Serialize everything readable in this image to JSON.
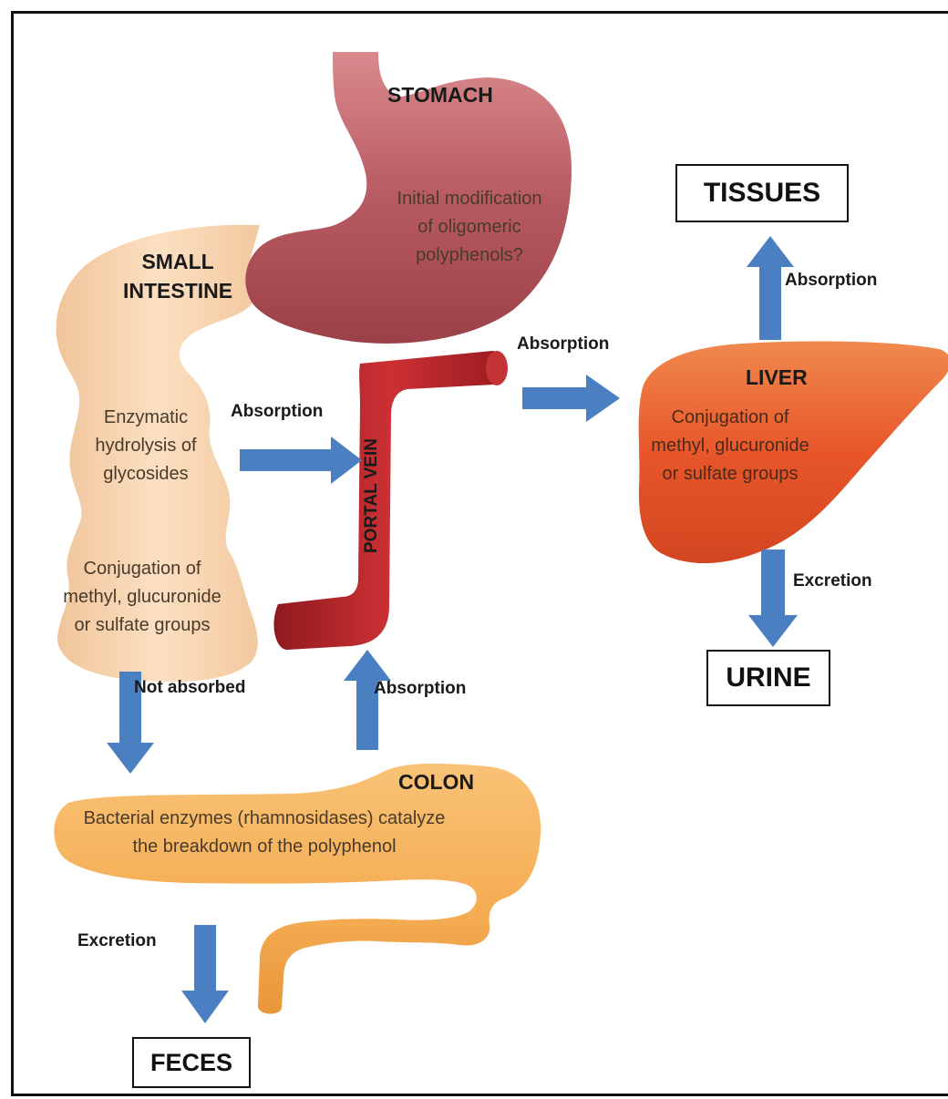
{
  "organs": {
    "stomach": {
      "title": "STOMACH",
      "desc_lines": [
        "Initial modification",
        "of oligomeric",
        "polyphenols?"
      ]
    },
    "small_intestine": {
      "title_lines": [
        "SMALL",
        "INTESTINE"
      ],
      "desc1_lines": [
        "Enzymatic",
        "hydrolysis of",
        "glycosides"
      ],
      "desc2_lines": [
        "Conjugation of",
        "methyl, glucuronide",
        "or sulfate groups"
      ]
    },
    "portal_vein": {
      "title": "PORTAL VEIN"
    },
    "liver": {
      "title": "LIVER",
      "desc_lines": [
        "Conjugation of",
        "methyl, glucuronide",
        "or sulfate groups"
      ]
    },
    "colon": {
      "title": "COLON",
      "desc_lines": [
        "Bacterial enzymes (rhamnosidases) catalyze",
        "the breakdown of the polyphenol"
      ]
    }
  },
  "boxes": {
    "tissues": "TISSUES",
    "urine": "URINE",
    "feces": "FECES"
  },
  "arrow_labels": {
    "si_to_portal": "Absorption",
    "portal_to_liver": "Absorption",
    "liver_to_tissues": "Absorption",
    "liver_to_urine": "Excretion",
    "si_to_colon": "Not absorbed",
    "colon_to_portal": "Absorption",
    "colon_to_feces": "Excretion"
  },
  "colors": {
    "arrow": "#4a7fc1",
    "stomach": "#b85a62",
    "small_intestine": "#f6d2ac",
    "portal_vein": "#b8282c",
    "liver": "#e8562a",
    "colon": "#f5ac52"
  }
}
